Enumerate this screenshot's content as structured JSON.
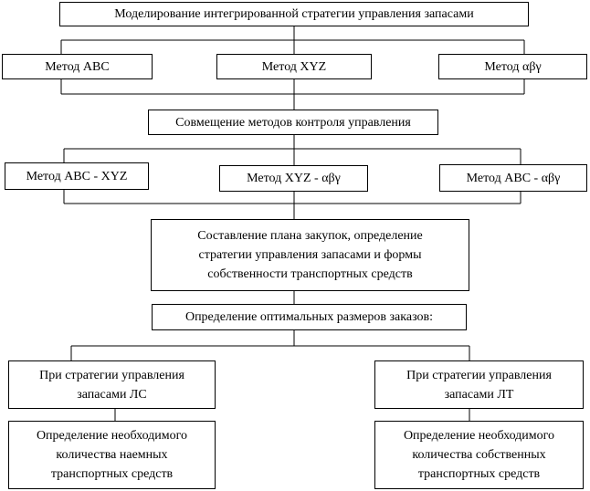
{
  "diagram": {
    "title": "Моделирование интегрированной стратегии управления запасами",
    "methods": [
      "Метод ABC",
      "Метод XYZ",
      "Метод αβγ"
    ],
    "combination": "Совмещение методов контроля управления",
    "combined_methods": [
      "Метод ABC - XYZ",
      "Метод XYZ - αβγ",
      "Метод ABC - αβγ"
    ],
    "plan_lines": [
      "Составление плана закупок, определение",
      "стратегии управления запасами и формы",
      "собственности транспортных средств"
    ],
    "optimal_orders": "Определение оптимальных размеров заказов:",
    "strategy_ls_lines": [
      "При стратегии управления",
      "запасами ЛС"
    ],
    "strategy_lt_lines": [
      "При стратегии управления",
      "запасами ЛТ"
    ],
    "hired_transport_lines": [
      "Определение необходимого",
      "количества наемных",
      "транспортных средств"
    ],
    "own_transport_lines": [
      "Определение необходимого",
      "количества собственных",
      "транспортных средств"
    ]
  }
}
